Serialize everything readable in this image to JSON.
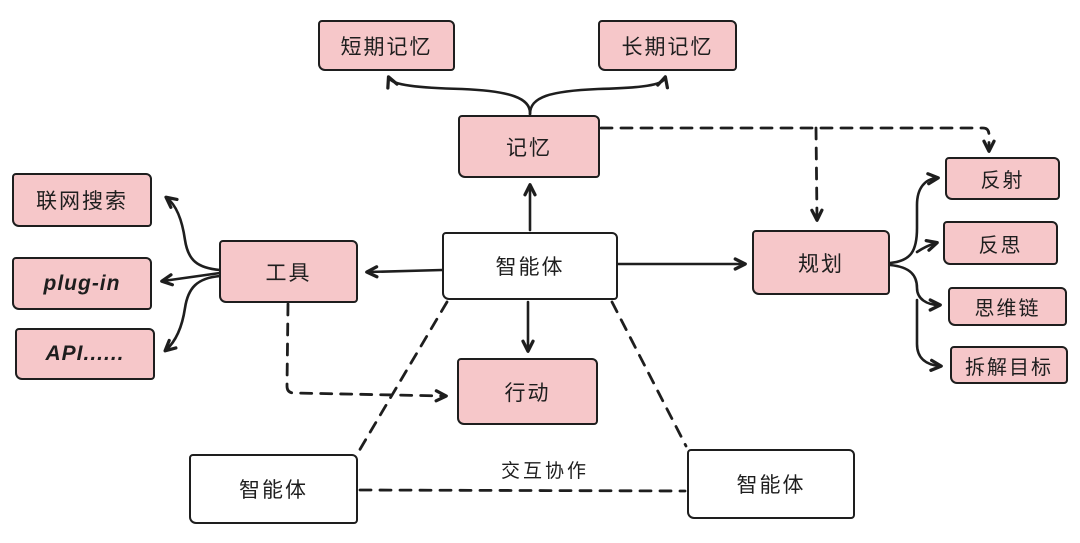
{
  "diagram": {
    "nodes": {
      "short_term_memory": {
        "label": "短期记忆"
      },
      "long_term_memory": {
        "label": "长期记忆"
      },
      "memory": {
        "label": "记忆"
      },
      "web_search": {
        "label": "联网搜索"
      },
      "plug_in": {
        "label": "plug-in"
      },
      "api": {
        "label": "API......"
      },
      "tools": {
        "label": "工具"
      },
      "agent_center": {
        "label": "智能体"
      },
      "planning": {
        "label": "规划"
      },
      "reflex": {
        "label": "反射"
      },
      "reflection": {
        "label": "反思"
      },
      "chain_of_thought": {
        "label": "思维链"
      },
      "goal_decomposition": {
        "label": "拆解目标"
      },
      "action": {
        "label": "行动"
      },
      "agent_bottom_left": {
        "label": "智能体"
      },
      "agent_bottom_right": {
        "label": "智能体"
      }
    },
    "labels": {
      "collaboration": "交互协作"
    },
    "colors": {
      "stroke": "#1e1e1e",
      "node_fill_pink": "#f6c7c9",
      "node_fill_white": "#ffffff",
      "background": "#ffffff"
    }
  }
}
